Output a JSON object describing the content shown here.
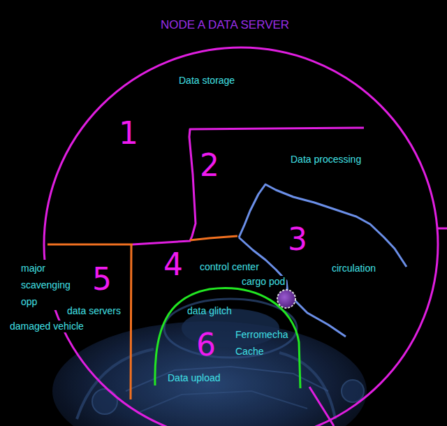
{
  "diagram": {
    "title": "NODE A DATA SERVER",
    "nodes": [
      {
        "text": [
          "Data storage",
          "1"
        ]
      },
      {
        "text": [
          "2",
          "Data processing"
        ]
      },
      {
        "text": [
          "3",
          "circulation"
        ]
      },
      {
        "text": [
          "4",
          "control center",
          "cargo pod"
        ]
      },
      {
        "text": [
          "major scavenging opp",
          "5",
          "data servers",
          "damaged vehicle"
        ]
      },
      {
        "text": [
          "data glitch",
          "6",
          "Ferromecha Cache",
          "Data upload"
        ],
        "in": 3
      }
    ]
  }
}
